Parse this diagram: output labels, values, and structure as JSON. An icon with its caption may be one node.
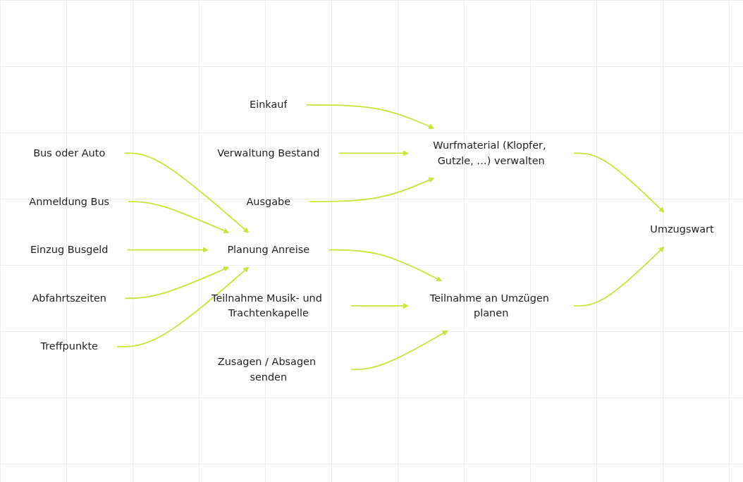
{
  "diagram": {
    "nodes": [
      {
        "text": [
          "Einkauf"
        ]
      },
      {
        "text": [
          "Verwaltung Bestand"
        ]
      },
      {
        "text": [
          "Ausgabe"
        ]
      },
      {
        "text": [
          "Wurfmaterial (Klopfer, Gutzle, …) verwalten"
        ]
      },
      {
        "text": [
          "Teilnahme Musik- und Trachtenkapelle"
        ]
      },
      {
        "text": [
          "Umzugswart"
        ]
      },
      {
        "text": [
          "Bus oder Auto"
        ]
      },
      {
        "text": [
          "Anmeldung Bus"
        ]
      },
      {
        "text": [
          "Einzug Busgeld"
        ]
      },
      {
        "text": [
          "Planung Anreise"
        ]
      },
      {
        "text": [
          "Teilnahme an Umzügen planen"
        ]
      },
      {
        "text": [
          "Abfahrtszeiten"
        ]
      },
      {
        "text": [
          "Treffpunkte"
        ]
      },
      {
        "text": [
          "Zusagen / Absagen senden"
        ]
      }
    ],
    "edges": [
      {
        "from": 0,
        "to": 3,
        "arrow": "to"
      },
      {
        "from": 1,
        "to": 3,
        "arrow": "to"
      },
      {
        "from": 2,
        "to": 3,
        "arrow": "to"
      },
      {
        "from": 3,
        "to": 5,
        "arrow": "to"
      },
      {
        "from": 6,
        "to": 9,
        "arrow": "to"
      },
      {
        "from": 7,
        "to": 9,
        "arrow": "to"
      },
      {
        "from": 8,
        "to": 9,
        "arrow": "to"
      },
      {
        "from": 11,
        "to": 9,
        "arrow": "to"
      },
      {
        "from": 12,
        "to": 9,
        "arrow": "to"
      },
      {
        "from": 9,
        "to": 10,
        "arrow": "to"
      },
      {
        "from": 4,
        "to": 10,
        "arrow": "to"
      },
      {
        "from": 13,
        "to": 10,
        "arrow": "to"
      },
      {
        "from": 10,
        "to": 5,
        "arrow": "to"
      }
    ]
  }
}
